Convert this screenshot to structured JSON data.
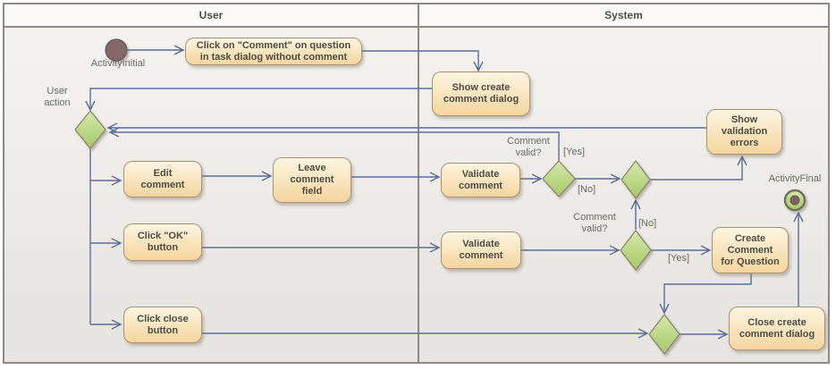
{
  "lanes": {
    "user": "User",
    "system": "System"
  },
  "nodes": {
    "initial": "ActivityInitial",
    "final": "ActivityFinal",
    "click_comment": "Click on \"Comment\" on question\nin task dialog without comment",
    "show_dialog": "Show create\ncomment dialog",
    "edit_comment": "Edit\ncomment",
    "leave_field": "Leave\ncomment\nfield",
    "validate_1": "Validate\ncomment",
    "show_errors": "Show\nvalidation\nerrors",
    "validate_2": "Validate\ncomment",
    "create_comment": "Create\nComment\nfor Question",
    "click_ok": "Click \"OK\"\nbutton",
    "click_close": "Click close\nbutton",
    "close_dialog": "Close create\ncomment dialog"
  },
  "labels": {
    "user_action": "User\naction",
    "comment_valid_1": "Comment\nvalid?",
    "comment_valid_2": "Comment\nvalid?",
    "yes_1": "[Yes]",
    "yes_2": "[Yes]",
    "no_1": "[No]",
    "no_2": "[No]"
  },
  "colors": {
    "connector": "#5e6d95",
    "action_fill_top": "#fdf5e1",
    "action_fill_bottom": "#f5d59e",
    "action_border": "#aa9176",
    "action_text": "#4d4c43",
    "decision_fill_top": "#d6e8ac",
    "decision_fill_bottom": "#a5c965",
    "decision_border": "#8a8170",
    "label_text": "#6b6a61",
    "initial_fill": "#84696c",
    "initial_border": "#6b5558",
    "final_ring": "#a9cd72",
    "final_ring_border": "#72705f",
    "final_core": "#7b6366",
    "frame_border": "#8f8883",
    "header_bg": "#fbfaf9",
    "lane_title": "#504e47",
    "canvas_top": "#f5f4f2",
    "canvas_bottom": "#e8e6e3"
  }
}
